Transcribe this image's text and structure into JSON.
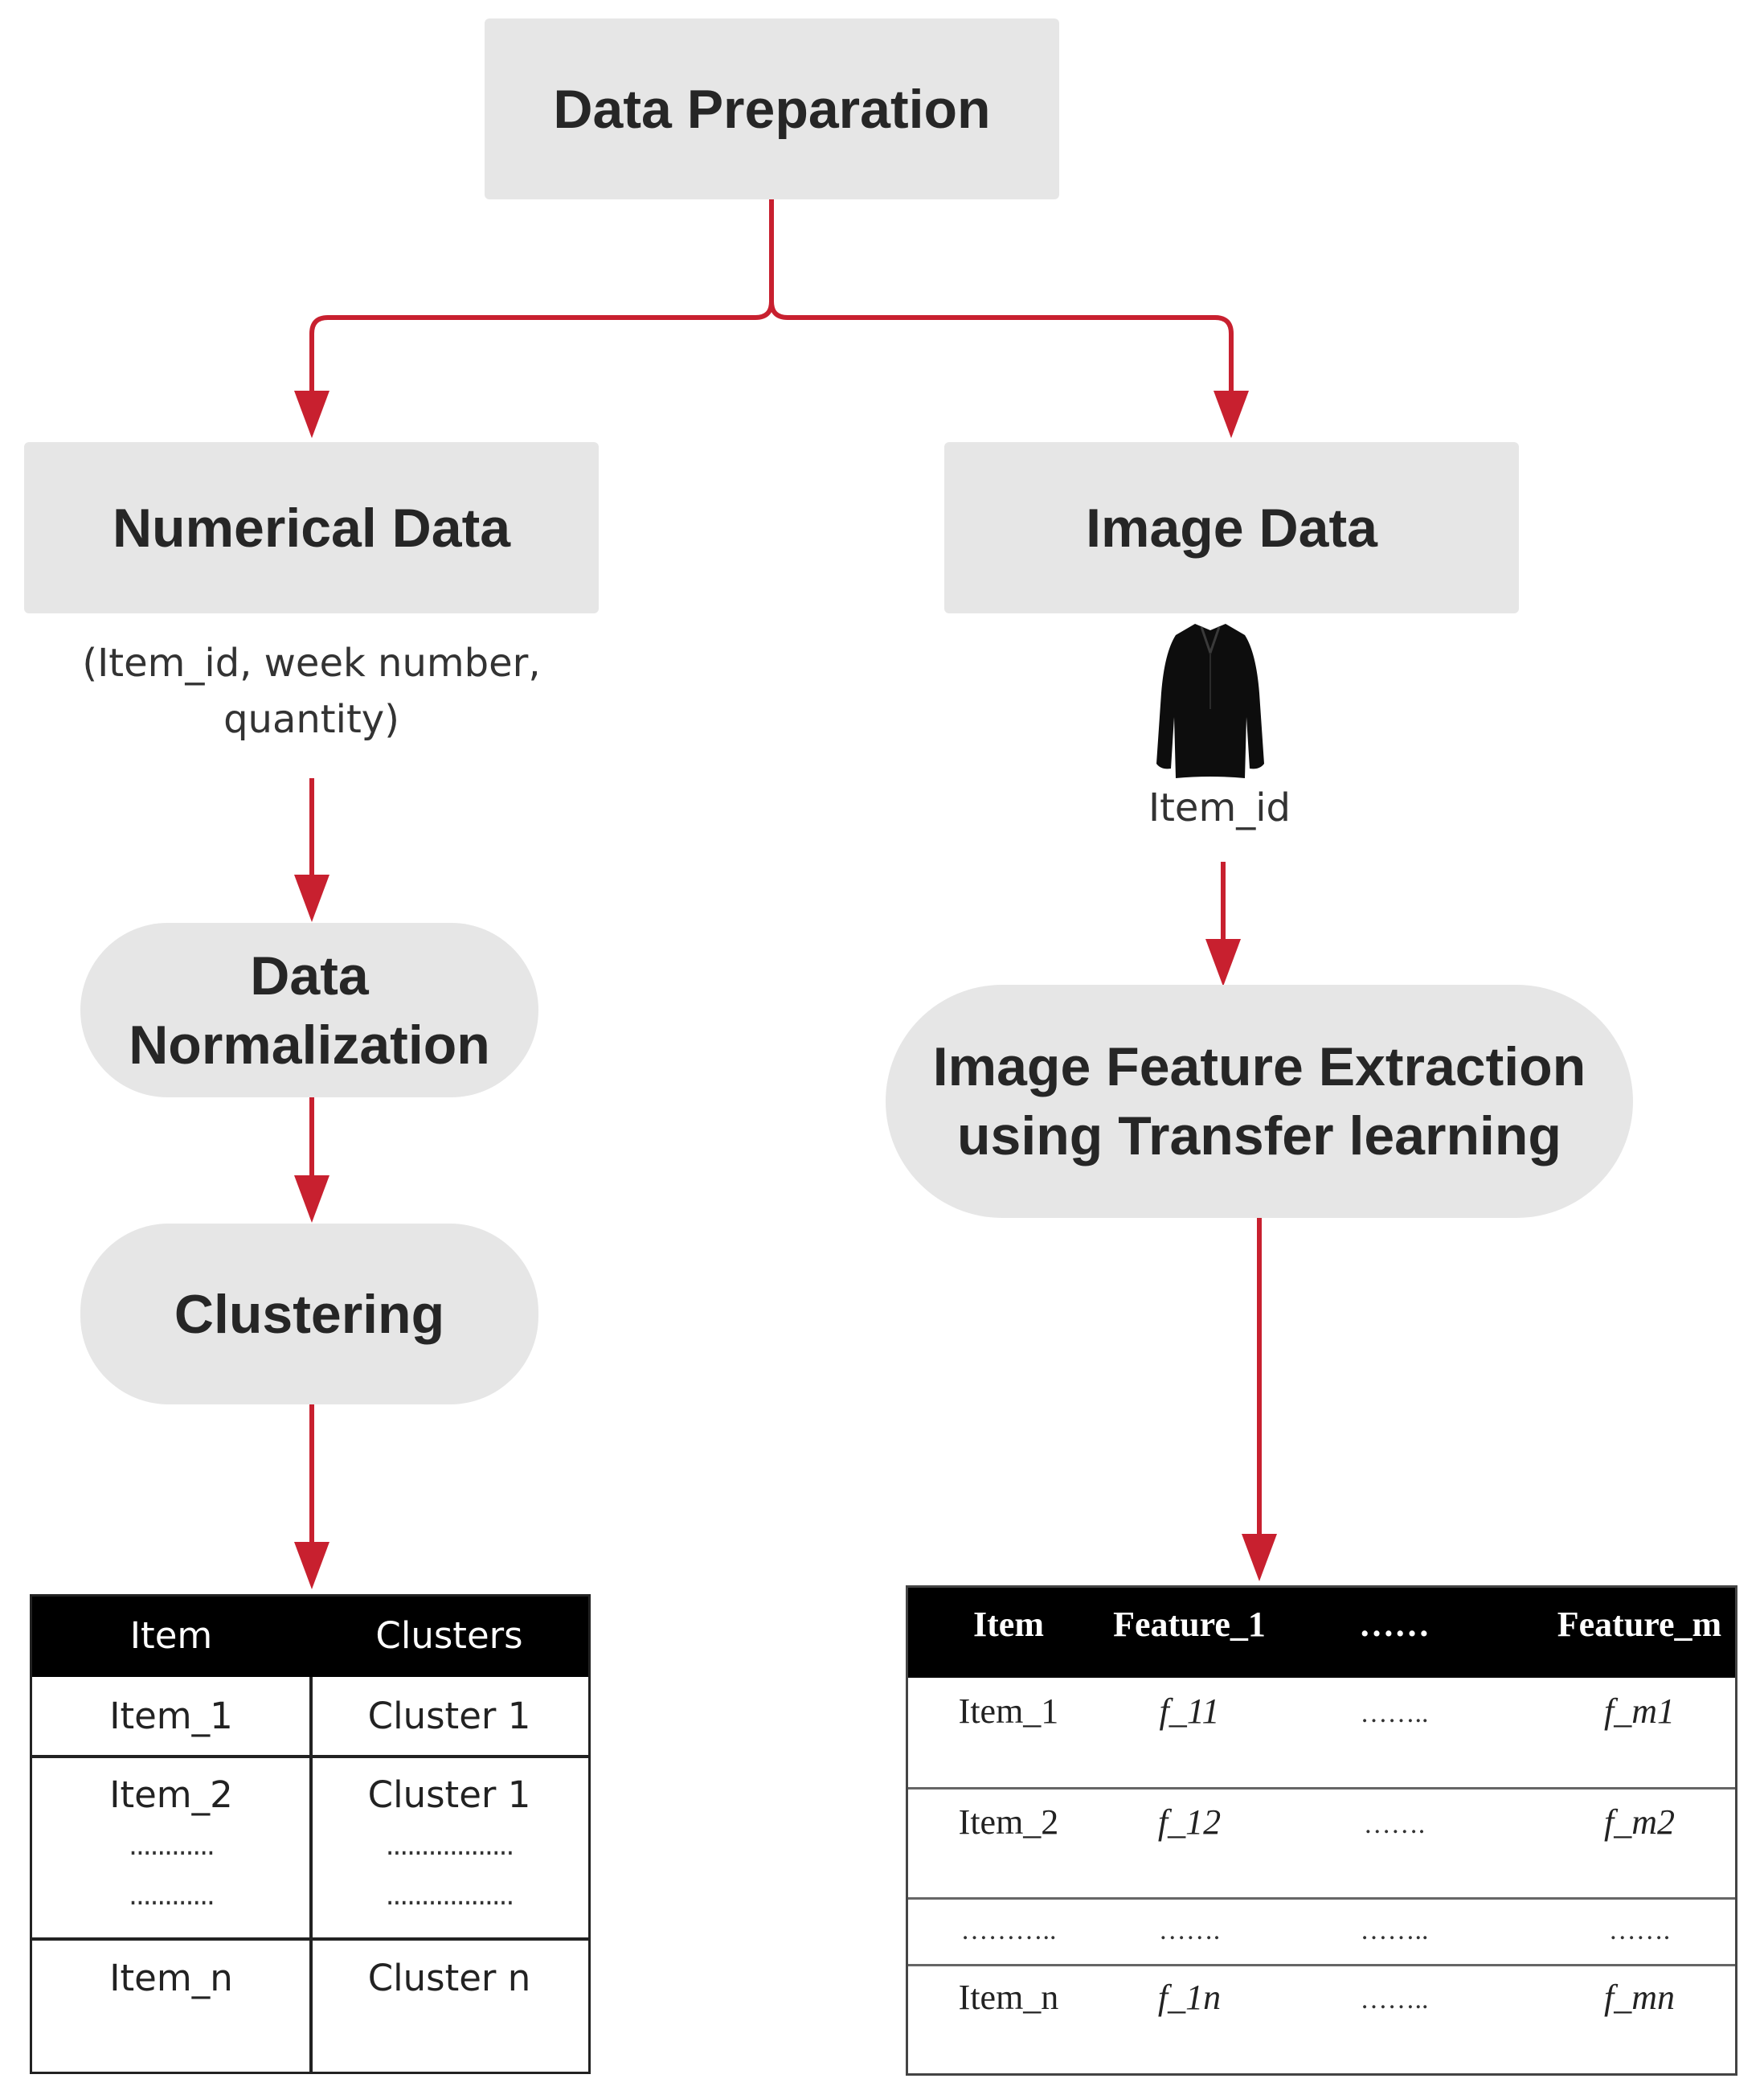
{
  "nodes": {
    "data_preparation": "Data Preparation",
    "numerical_data": "Numerical Data",
    "image_data": "Image Data",
    "numerical_note": "(Item_id, week number,\nquantity)",
    "image_caption": "Item_id",
    "data_normalization": "Data\nNormalization",
    "clustering": "Clustering",
    "feature_extraction": "Image Feature Extraction\nusing Transfer learning"
  },
  "image_icon": "shirt-icon",
  "colors": {
    "arrow": "#c8202f",
    "node_fill": "#e6e6e6",
    "table_header": "#000000"
  },
  "cluster_table": {
    "headers": [
      "Item",
      "Clusters"
    ],
    "rows": [
      {
        "item": "Item_1",
        "cluster": "Cluster 1"
      },
      {
        "item": "Item_2",
        "cluster": "Cluster 1",
        "dots_item": [
          "............",
          "............"
        ],
        "dots_cluster": [
          "..................",
          ".................."
        ]
      },
      {
        "item": "Item_n",
        "cluster": "Cluster n"
      }
    ]
  },
  "feature_table": {
    "headers": [
      "Item",
      "Feature_1",
      "……",
      "Feature_m"
    ],
    "rows": [
      [
        "Item_1",
        "f_11",
        "……..",
        "f_m1"
      ],
      [
        "Item_2",
        "f_12",
        "…….",
        "f_m2"
      ],
      [
        "………..",
        "…….",
        "……..",
        "……."
      ],
      [
        "Item_n",
        "f_1n",
        "……..",
        "f_mn"
      ]
    ]
  }
}
